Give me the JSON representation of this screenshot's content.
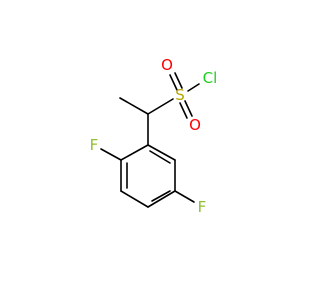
{
  "molecule": {
    "atoms": {
      "sulfur": {
        "symbol": "S",
        "color": "#B8A600"
      },
      "oxygen_top": {
        "symbol": "O",
        "color": "#FF0000"
      },
      "oxygen_bottom": {
        "symbol": "O",
        "color": "#FF0000"
      },
      "chlorine": {
        "symbol": "Cl",
        "color": "#1FD01F"
      },
      "fluorine_left": {
        "symbol": "F",
        "color": "#8FBF30"
      },
      "fluorine_right": {
        "symbol": "F",
        "color": "#8FBF30"
      }
    },
    "bond_color": "#000000",
    "background": "#FFFFFF"
  }
}
